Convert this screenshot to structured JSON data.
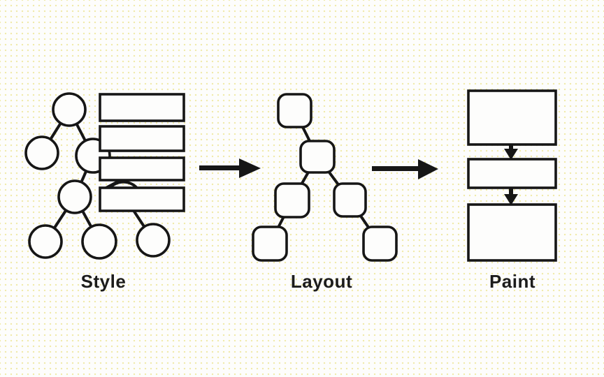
{
  "diagram": {
    "stages": [
      {
        "id": "style",
        "label": "Style"
      },
      {
        "id": "layout",
        "label": "Layout"
      },
      {
        "id": "paint",
        "label": "Paint"
      }
    ],
    "colors": {
      "background": "#fdfdfc",
      "dot": "#f0e9a8",
      "stroke": "#161616",
      "shape_fill": "#fdfdfc",
      "label_text": "#1c1c1c"
    }
  }
}
